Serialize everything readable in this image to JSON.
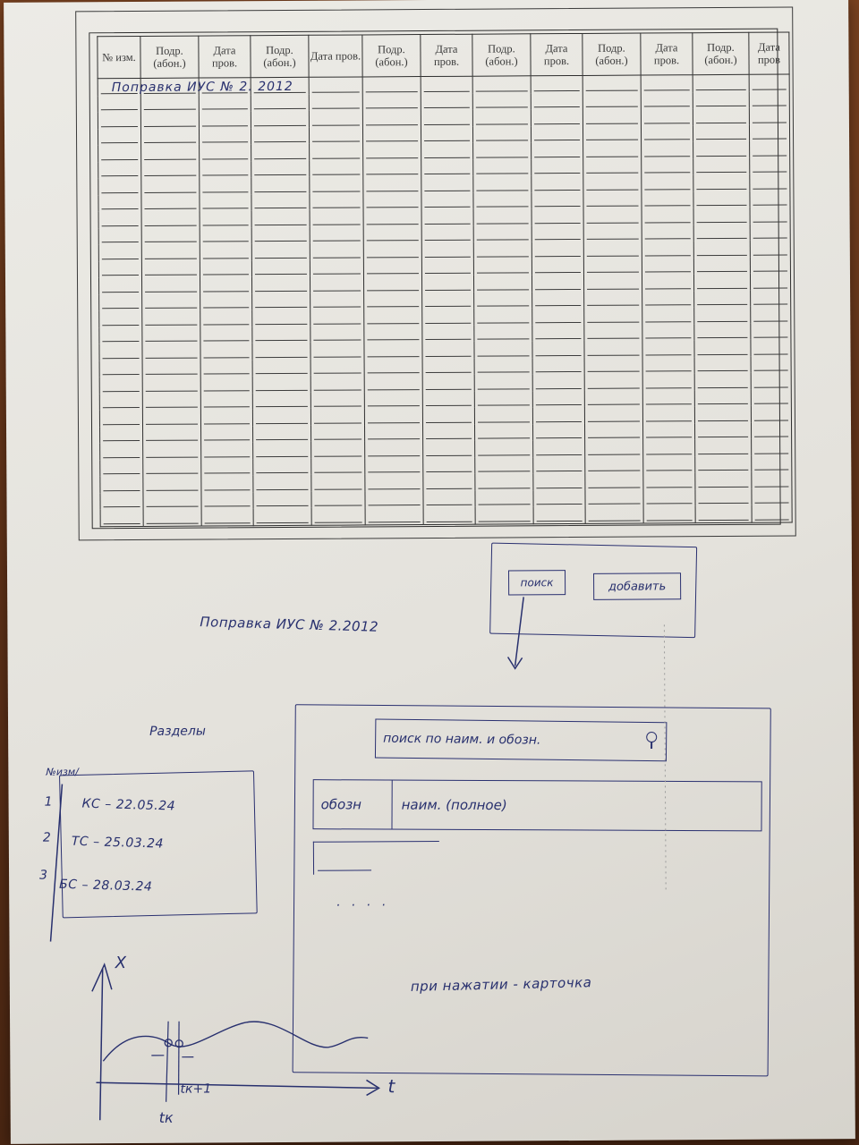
{
  "register_table": {
    "headers": [
      "№ изм.",
      "Подр. (абон.)",
      "Дата пров.",
      "Подр. (абон.)",
      "Дата пров.",
      "Подр. (абон.)",
      "Дата пров.",
      "Подр. (абон.)",
      "Дата пров.",
      "Подр. (абон.)",
      "Дата пров.",
      "Подр. (абон.)",
      "Дата пров"
    ],
    "first_entry": "Поправка ИУС № 2. 2012"
  },
  "memo": {
    "title": "Поправка ИУС № 2.2012",
    "toolbar": {
      "search_label": "поиск",
      "add_label": "добавить"
    },
    "screen": {
      "search_placeholder": "поиск по наим. и обозн.",
      "column_designation": "обозн",
      "column_name": "наим. (полное)",
      "ellipsis": ". . . .",
      "on_click_note": "при нажатии - карточка"
    },
    "list": {
      "heading": "Разделы",
      "column_label": "№изм/",
      "items": [
        {
          "num": "1",
          "text": "КС – 22.05.24"
        },
        {
          "num": "2",
          "text": "ТС – 25.03.24"
        },
        {
          "num": "3",
          "text": "БС – 28.03.24"
        }
      ]
    },
    "graph": {
      "y_label": "X",
      "x_label": "t",
      "tick_1": "tк+1",
      "tick_2": "tк"
    }
  },
  "colors": {
    "ink": "#28306e",
    "print": "#2e2e2e",
    "paper": "#e6e4de",
    "desk": "#6b3a1c"
  }
}
